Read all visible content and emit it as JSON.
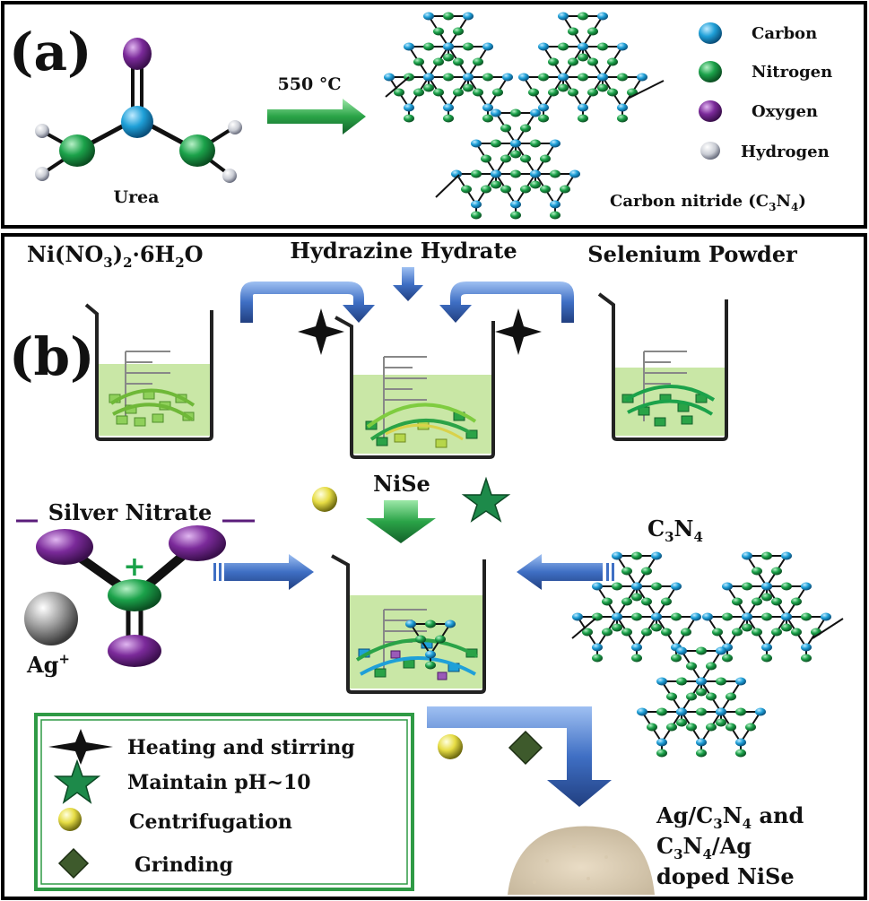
{
  "panel_a": {
    "label": "(a)",
    "temperature": "550 °C",
    "urea_label": "Urea",
    "legend": [
      {
        "name": "Carbon",
        "color": "#1fa0d8"
      },
      {
        "name": "Nitrogen",
        "color": "#1ba24a"
      },
      {
        "name": "Oxygen",
        "color": "#7b2a9a"
      },
      {
        "name": "Hydrogen",
        "color": "#c9ccd4"
      }
    ],
    "product_prefix": "Carbon nitride (C",
    "product_sub1": "3",
    "product_mid": "N",
    "product_sub2": "4",
    "product_suffix": ")"
  },
  "panel_b": {
    "label": "(b)",
    "nickel_salt": {
      "p1": "Ni(NO",
      "s1": "3",
      "p2": ")",
      "s2": "2",
      "p3": "·6H",
      "s3": "2",
      "p4": "O"
    },
    "reducer": "Hydrazine Hydrate",
    "selenium": "Selenium Powder",
    "nise": "NiSe",
    "silver_nitrate": "Silver Nitrate",
    "plus": "+",
    "ag_ion": {
      "base": "Ag",
      "sup": "+"
    },
    "c3n4": {
      "p1": "C",
      "s1": "3",
      "p2": "N",
      "s2": "4"
    },
    "legend": [
      {
        "icon": "star4-icon",
        "label": "Heating and stirring"
      },
      {
        "icon": "star5-icon",
        "label": "Maintain pH~10"
      },
      {
        "icon": "sphere-icon",
        "label": "Centrifugation"
      },
      {
        "icon": "diamond-icon",
        "label": "Grinding"
      }
    ],
    "product": {
      "l1a": "Ag/C",
      "l1s1": "3",
      "l1b": "N",
      "l1s2": "4",
      "l1c": " and",
      "l2a": "C",
      "l2s1": "3",
      "l2b": "N",
      "l2s2": "4",
      "l2c": "/Ag",
      "l3": "doped NiSe"
    }
  },
  "colors": {
    "carbon": "#1fa0d8",
    "nitrogen": "#1ba24a",
    "oxygen": "#7b2a9a",
    "hydrogen": "#c9ccd4",
    "arrow_blue": "#3f6fc4",
    "arrow_green": "#2aa347",
    "solution": "#c9e7a6",
    "legend_border": "#2f9a45"
  }
}
